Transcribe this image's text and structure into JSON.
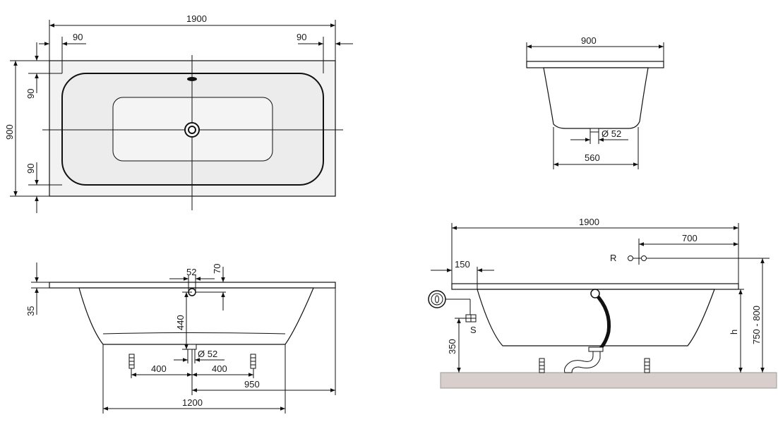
{
  "colors": {
    "background": "#ffffff",
    "tub_fill": "#eeeeee",
    "floor": "#d8cfcc",
    "line": "#111111"
  },
  "top_view": {
    "length": "1900",
    "width": "900",
    "rim_left": "90",
    "rim_right": "90",
    "rim_top": "90",
    "rim_bottom": "90"
  },
  "end_view": {
    "width": "900",
    "drain_diameter": "Ø 52",
    "bottom_width": "560"
  },
  "side_view": {
    "rim_thickness": "35",
    "overflow_diameter": "52",
    "overflow_top": "70",
    "overflow_to_drain": "440",
    "drain_diameter": "Ø 52",
    "foot_left": "400",
    "foot_right": "400",
    "foot_to_end": "950",
    "bottom_length": "1200"
  },
  "install_view": {
    "length": "1900",
    "valve_offset": "700",
    "edge_offset": "150",
    "valve_label": "R",
    "trap_label": "S",
    "trap_height": "350",
    "height_label": "h",
    "total_height": "750 - 800"
  }
}
